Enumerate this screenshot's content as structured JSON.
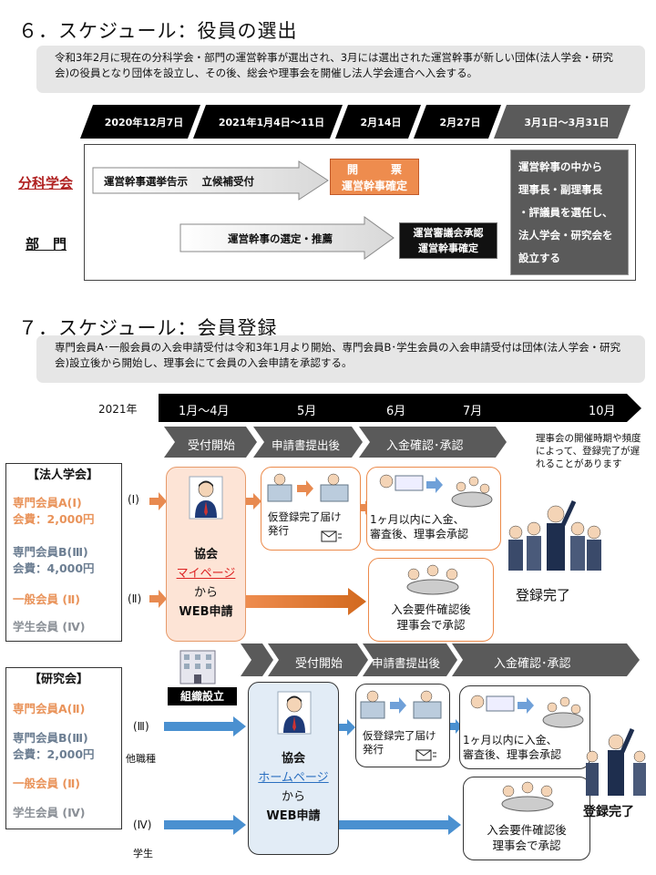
{
  "s6": {
    "title": "６．スケジュール：役員の選出",
    "note": "令和3年2月に現在の分科学会・部門の運営幹事が選出され、3月には選出された運営幹事が新しい団体(法人学会・研究会)の役員となり団体を設立し、その後、総会や理事会を開催し法人学会連合へ入会する。",
    "timeline": [
      "2020年12月7日",
      "2021年1月4日～11日",
      "2月14日",
      "2月27日",
      "3月1日～3月31日"
    ],
    "row1_label": "分科学会",
    "row2_label": "部　門",
    "arrow1_text": "運営幹事選挙告示　 立候補受付",
    "box1_line1": "開　　　票",
    "box1_line2": "運営幹事確定",
    "arrow2_text": "運営幹事の選定・推薦",
    "box2_line1": "運営審議会承認",
    "box2_line2": "運営幹事確定",
    "final_lines": [
      "運営幹事の中から",
      "理事長・副理事長",
      "・評議員を選任し、",
      "法人学会・研究会を",
      "設立する"
    ]
  },
  "s7": {
    "title": "７．スケジュール：会員登録",
    "note": "専門会員A･一般会員の入会申請受付は令和3年1月より開始、専門会員B･学生会員の入会申請受付は団体(法人学会・研究会)設立後から開始し、理事会にて会員の入会申請を承認する。",
    "year": "2021年",
    "months": [
      "1月～4月",
      "5月",
      "6月",
      "7月",
      "10月"
    ],
    "phase_top": [
      "受付開始",
      "申請書提出後",
      "入金確認･承認"
    ],
    "phase_bottom": [
      "受付開始",
      "申請書提出後",
      "入金確認･承認"
    ],
    "side_note": "理事会の開催時期や頻度によって、登録完了が遅れることがあります",
    "houjin": {
      "header": "【法人学会】",
      "m1_name": "専門会員A(Ⅰ)",
      "m1_fee": "会費：2,000円",
      "m2_name": "専門会員B(Ⅲ)",
      "m2_fee": "会費：4,000円",
      "m3_name": "一般会員 (Ⅱ)",
      "m4_name": "学生会員 (Ⅳ)"
    },
    "kenkyu": {
      "header": "【研究会】",
      "m1_name": "専門会員A(Ⅱ)",
      "m2_name": "専門会員B(Ⅲ)",
      "m2_fee": "会費：2,000円",
      "m3_name": "一般会員 (Ⅱ)",
      "m4_name": "学生会員 (Ⅳ)"
    },
    "tier_I": "(Ⅰ)",
    "tier_II": "(Ⅱ)",
    "tier_III": "(Ⅲ)",
    "tier_IV": "(Ⅳ)",
    "other_job": "他職種",
    "student": "学生",
    "org_setup": "組織設立",
    "apply_top": {
      "l1": "協会",
      "l2": "マイページ",
      "l3": "から",
      "l4": "WEB申請"
    },
    "apply_bottom": {
      "l1": "協会",
      "l2": "ホームページ",
      "l3": "から",
      "l4": "WEB申請"
    },
    "prov_text_l1": "仮登録完了届け",
    "prov_text_l2": "発行",
    "pay_text_l1": "1ヶ月以内に入金、",
    "pay_text_l2": "審査後、理事会承認",
    "req_text_l1": "入会要件確認後",
    "req_text_l2": "理事会で承認",
    "done_top": "登録完了",
    "done_bottom": "登録完了"
  }
}
